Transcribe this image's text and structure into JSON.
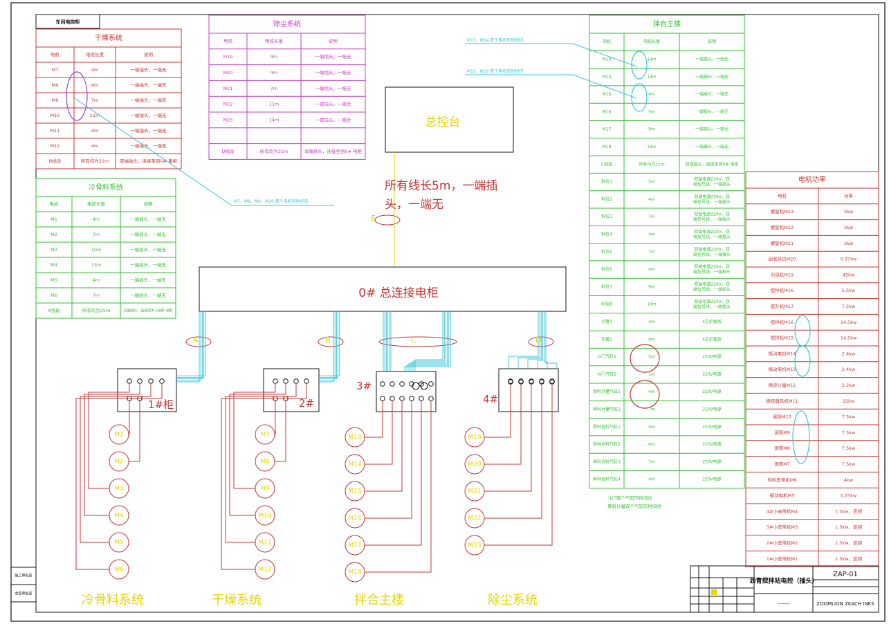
{
  "colors": {
    "red": "#c83232",
    "green": "#2ec02e",
    "magenta": "#c43cc4",
    "cyan": "#33c4dc",
    "yellow": "#e8d400",
    "black": "#111111",
    "blue": "#7090e8",
    "purple": "#9a40d0"
  },
  "corner_label": "车间电控柜",
  "title_block": {
    "title": "沥青搅拌站电控（插头）",
    "code": "ZAP-01",
    "company": "ZOOMLION ZKACH INKS",
    "dash": "-------"
  },
  "side_stamps": [
    "施工审批章",
    "会签审批章"
  ],
  "drying": {
    "title": "干燥系统",
    "headers": [
      "电机",
      "电缆长度",
      "说明"
    ],
    "rows": [
      [
        "M7",
        "4m",
        "一端插头，一端无"
      ],
      [
        "M4",
        "4m",
        "一端插头，一端无"
      ],
      [
        "M9",
        "7m",
        "一端插头，一端无"
      ],
      [
        "M10",
        "11m",
        "一端插头，一端无"
      ],
      [
        "M11",
        "4m",
        "一端插头，一端无"
      ],
      [
        "M12",
        "4m",
        "一端插头，一端无"
      ],
      [
        "B线段",
        "所有均为21m",
        "双端插头，连接至到0# 电柜"
      ]
    ]
  },
  "cold": {
    "title": "冷骨料系统",
    "headers": [
      "电机",
      "电缆长度",
      "说明"
    ],
    "rows": [
      [
        "M1",
        "4m",
        "一端插头，一端无"
      ],
      [
        "M2",
        "7m",
        "一端插头，一端无"
      ],
      [
        "M3",
        "10m",
        "一端插头，一端无"
      ],
      [
        "M4",
        "13m",
        "一端插头，一端无"
      ],
      [
        "M5",
        "4m",
        "一端插头，一端无"
      ],
      [
        "M6",
        "7m",
        "一端插头，一端无"
      ],
      [
        "A线段",
        "所有均为35m",
        "双端插头，连接至# 2电柜 电柜"
      ]
    ]
  },
  "dust": {
    "title": "除尘系统",
    "headers": [
      "电机",
      "电缆长度",
      "说明"
    ],
    "rows": [
      [
        "M19",
        "4m",
        "一端插头，一端无"
      ],
      [
        "M20",
        "4m",
        "一端插头，一端无"
      ],
      [
        "M21",
        "7m",
        "一端插头，一端无"
      ],
      [
        "M22",
        "11m",
        "一端插头，一端无"
      ],
      [
        "M23",
        "14m",
        "一端插头，一端无"
      ],
      [
        "",
        "",
        ""
      ],
      [
        "D线段",
        "所有均为31m",
        "双端插头，连接至到0# 电柜"
      ]
    ]
  },
  "mixing": {
    "title": "拌合主楼",
    "headers": [
      "电机",
      "电缆长度",
      "说明"
    ],
    "rows": [
      [
        "M13",
        "14m",
        "一端插头，一端无"
      ],
      [
        "M14",
        "14m",
        "一端插头，一端无"
      ],
      [
        "M15",
        "4m",
        "一端插头，一端无"
      ],
      [
        "M16",
        "5m",
        "一端插头，一端无"
      ],
      [
        "M17",
        "9m",
        "一端插头，一端无"
      ],
      [
        "M18",
        "16m",
        "一端插头，一端无"
      ],
      [
        "C线段",
        "所有均为21m",
        "双端插头，连接至到0# 电柜"
      ],
      [
        "料位1",
        "5m",
        "双端电源220V，双端信号线，一端插头"
      ],
      [
        "料位2",
        "4m",
        "双端电源220V，双端信号线，一端插头"
      ],
      [
        "料位3",
        "7m",
        "双端电源220V，双端信号线，一端插头"
      ],
      [
        "料位4",
        "4m",
        "双端电源220V，双端信号线，一端插头"
      ],
      [
        "料位5",
        "7m",
        "双端电源220V，双端信号线，一端插头"
      ],
      [
        "料位6",
        "4m",
        "双端电源220V，双端信号线，一端插头"
      ],
      [
        "料位7",
        "9m",
        "双端电源220V，双端信号线，一端插头"
      ],
      [
        "料位8",
        "10m",
        "双端电源220V，双端信号线，一端插头"
      ],
      [
        "示警1",
        "4m",
        "4芯护套线"
      ],
      [
        "示警2",
        "9m",
        "4芯护套线"
      ],
      [
        "斗门气缸1",
        "5m",
        "220V电源"
      ],
      [
        "斗门气缸2",
        "5m",
        "220V电源"
      ],
      [
        "骨料计量气缸1",
        "4m",
        "220V电源"
      ],
      [
        "骨料计量气缸2",
        "7m",
        "220V电源"
      ],
      [
        "骨料仓料气缸1",
        "5m",
        "220V电源"
      ],
      [
        "骨料仓料气缸2",
        "4m",
        "220V电源"
      ],
      [
        "骨料仓料气缸3",
        "7m",
        "220V电源"
      ],
      [
        "骨料仓料气缸4",
        "4m",
        "220V电源"
      ]
    ],
    "note1": "斗门双个气缸的时间仿",
    "note2": "骨料计量双个气缸的时间仿"
  },
  "power": {
    "title": "电机功率",
    "headers": [
      "电机",
      "功率"
    ],
    "rows": [
      [
        "螺旋机M23",
        "3kw"
      ],
      [
        "螺旋机M22",
        "3kw"
      ],
      [
        "螺旋机M21",
        "3kw"
      ],
      [
        "回收风机M20",
        "0.37kw"
      ],
      [
        "引风机M19",
        "45kw"
      ],
      [
        "搅拌机M16",
        "5.5kw"
      ],
      [
        "提升机M17",
        "7.5kw"
      ],
      [
        "搅拌机M16",
        "14.5kw"
      ],
      [
        "搅拌机M15",
        "14.5kw"
      ],
      [
        "振动电机M14",
        "2.4kw"
      ],
      [
        "振动电机M13",
        "2.4kw"
      ],
      [
        "燃烧计量M12",
        "2.2kw"
      ],
      [
        "燃烧器风机M11",
        "22kw"
      ],
      [
        "滚筒M10",
        "7.5kw"
      ],
      [
        "滚筒M9",
        "7.5kw"
      ],
      [
        "滚筒M8",
        "7.5kw"
      ],
      [
        "滚筒M7",
        "7.5kw"
      ],
      [
        "斜料皮带机M6",
        "4kw"
      ],
      [
        "振动电机M5",
        "0.25kw"
      ],
      [
        "4#小皮带机M4",
        "1.5kw，变频"
      ],
      [
        "3#小皮带机M3",
        "1.5kw，变频"
      ],
      [
        "2#小皮带机M2",
        "1.5kw，变频"
      ],
      [
        "1#小皮带机M1",
        "1.5kw，变频"
      ]
    ]
  },
  "annotations": {
    "a1": "M13、M14 双个电机的时间仿",
    "a2": "M15、M16 双个电机的时间仿",
    "a3": "M7、M8、M9、M10 双个电机的时间仿"
  },
  "console": "总控台",
  "cable_note_line1": "所有线长5m，一端插",
  "cable_note_line2": "头，一端无",
  "main_cabinet": "0#  总连接电柜",
  "segment_labels": [
    "E",
    "A",
    "B",
    "C",
    "D"
  ],
  "cabinets": [
    "1#柜",
    "2#",
    "3#",
    "4#"
  ],
  "motor_groups": [
    [
      "M1",
      "M2",
      "M3",
      "M4",
      "M5",
      "M6"
    ],
    [
      "M7",
      "M8",
      "M9",
      "M10",
      "M11",
      "M12"
    ],
    [
      "M13",
      "M14",
      "M15",
      "M16",
      "M17",
      "M18"
    ],
    [
      "M19",
      "M20",
      "M21",
      "M22",
      "M23"
    ]
  ],
  "system_labels": [
    "冷骨料系统",
    "干燥系统",
    "拌合主楼",
    "除尘系统"
  ]
}
